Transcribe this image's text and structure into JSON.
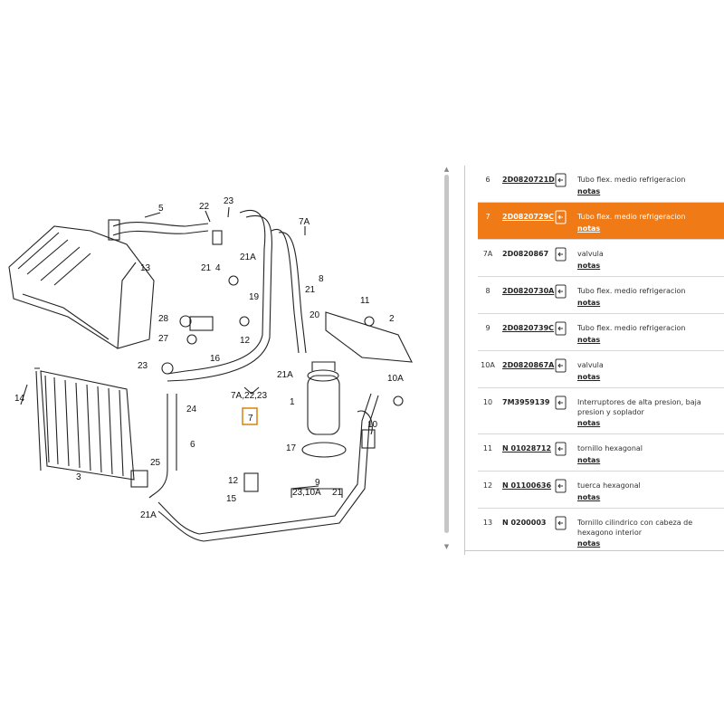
{
  "diagram": {
    "labels": [
      "5",
      "22",
      "23",
      "7A",
      "13",
      "21",
      "4",
      "21A",
      "8",
      "19",
      "21",
      "28",
      "12",
      "11",
      "20",
      "2",
      "27",
      "16",
      "23",
      "21A",
      "14",
      "6",
      "24",
      "7A,22,23",
      "7",
      "1",
      "10A",
      "10",
      "3",
      "25",
      "17",
      "12",
      "9",
      "15",
      "23,10A",
      "21",
      "21A"
    ],
    "selected_callout": "7"
  },
  "parts": [
    {
      "pos": "6",
      "code": "2D0820721D",
      "desc": "Tubo flex. medio refrigeracion",
      "notes": "notas",
      "underline": true,
      "selected": false
    },
    {
      "pos": "7",
      "code": "2D0820729C",
      "desc": "Tubo flex. medio refrigeracion",
      "notes": "notas",
      "underline": true,
      "selected": true
    },
    {
      "pos": "7A",
      "code": "2D0820867",
      "desc": "valvula",
      "notes": "notas",
      "underline": false,
      "selected": false
    },
    {
      "pos": "8",
      "code": "2D0820730A",
      "desc": "Tubo flex. medio refrigeracion",
      "notes": "notas",
      "underline": true,
      "selected": false
    },
    {
      "pos": "9",
      "code": "2D0820739C",
      "desc": "Tubo flex. medio refrigeracion",
      "notes": "notas",
      "underline": true,
      "selected": false
    },
    {
      "pos": "10A",
      "code": "2D0820867A",
      "desc": "valvula",
      "notes": "notas",
      "underline": true,
      "selected": false
    },
    {
      "pos": "10",
      "code": "7M3959139",
      "desc": "Interruptores de alta presion, baja presion y soplador",
      "notes": "notas",
      "underline": false,
      "selected": false
    },
    {
      "pos": "11",
      "code": "N 01028712",
      "desc": "tornillo hexagonal",
      "notes": "notas",
      "underline": true,
      "selected": false
    },
    {
      "pos": "12",
      "code": "N 01100636",
      "desc": "tuerca hexagonal",
      "notes": "notas",
      "underline": true,
      "selected": false
    },
    {
      "pos": "13",
      "code": "N 0200003",
      "desc": "Tornillo cilindrico con cabeza de hexagono interior",
      "notes": "notas",
      "underline": false,
      "selected": false
    }
  ],
  "colors": {
    "accent": "#f07a16",
    "callout_border": "#e0891e"
  },
  "icons": {
    "cart": "cart-icon"
  }
}
